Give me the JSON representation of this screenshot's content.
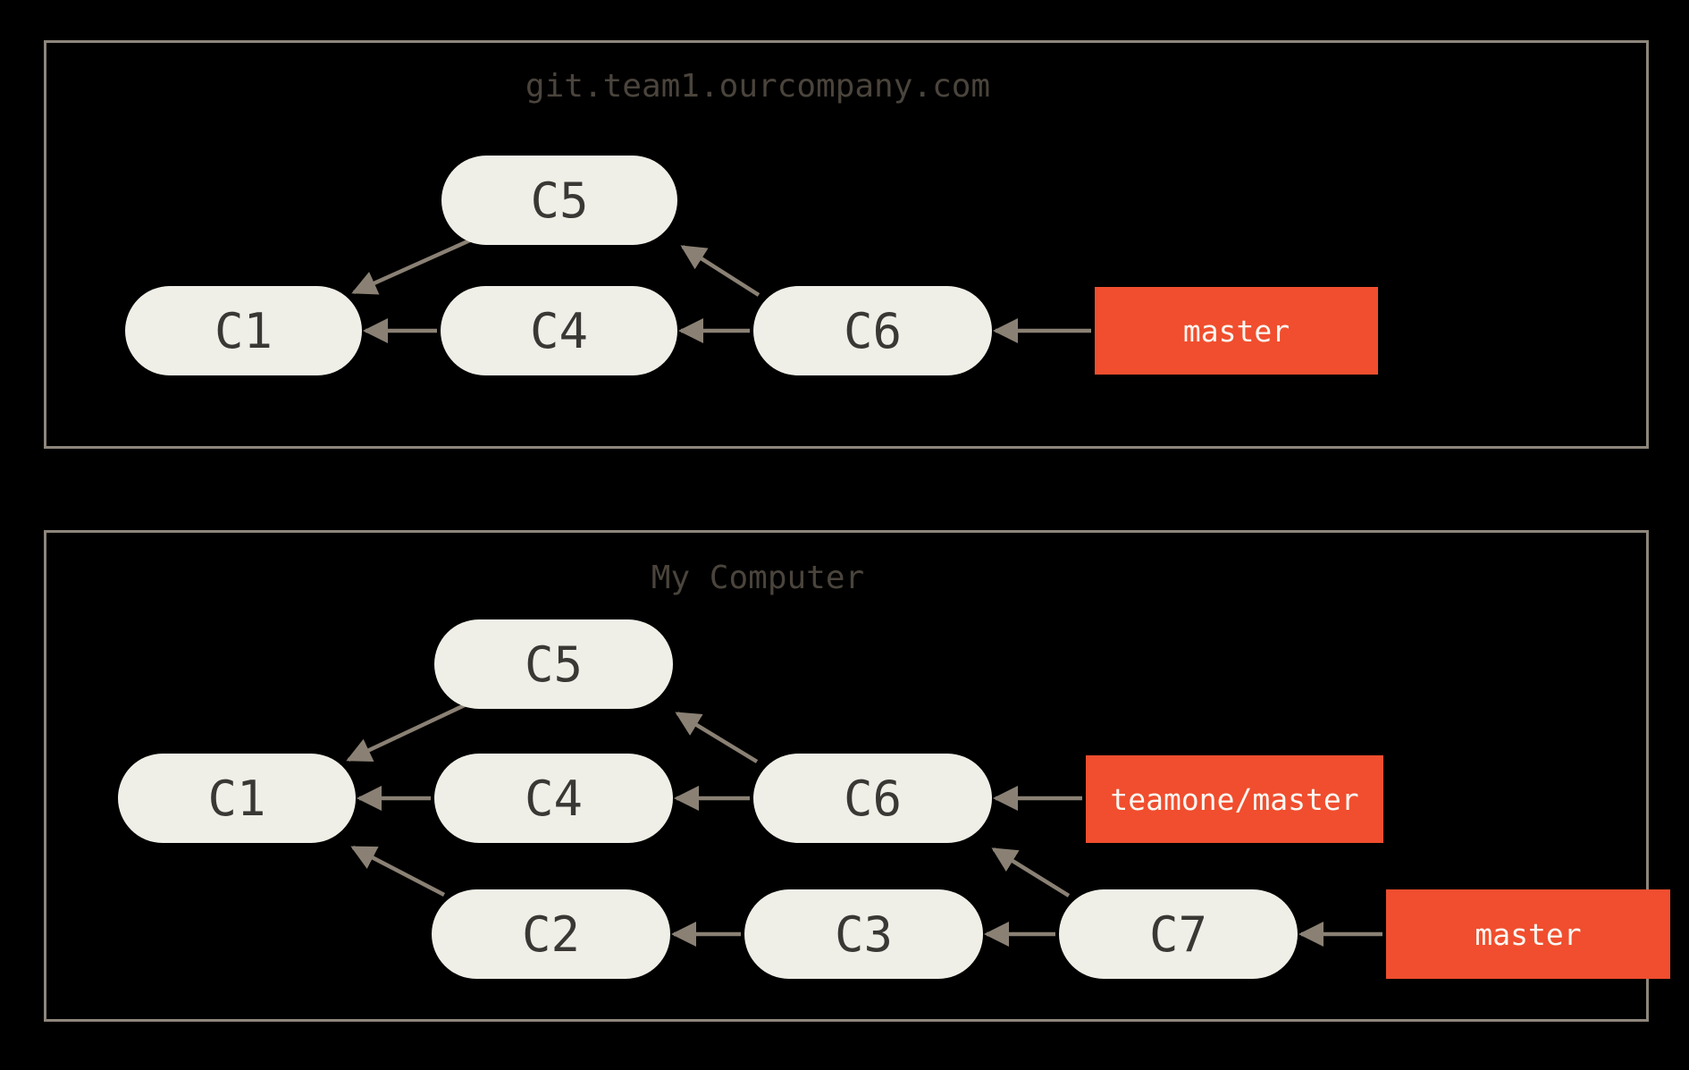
{
  "background": "#000000",
  "colors": {
    "panel_border": "#8E867B",
    "panel_title_text": "#4A443C",
    "commit_node_fill": "#F0EFE7",
    "commit_node_text": "#3A3834",
    "branch_label_fill": "#F04E2E",
    "branch_label_text": "#FAF7F2",
    "arrow": "#8A8174"
  },
  "panels": [
    {
      "title": "git.team1.ourcompany.com",
      "nodes": [
        {
          "id": "C5",
          "label": "C5"
        },
        {
          "id": "C1",
          "label": "C1"
        },
        {
          "id": "C4",
          "label": "C4"
        },
        {
          "id": "C6",
          "label": "C6"
        }
      ],
      "branches": [
        {
          "id": "master",
          "label": "master",
          "points_to": "C6"
        }
      ],
      "edges": [
        {
          "from": "C4",
          "to": "C1"
        },
        {
          "from": "C5",
          "to": "C1"
        },
        {
          "from": "C6",
          "to": "C4"
        },
        {
          "from": "C6",
          "to": "C5"
        },
        {
          "from": "master",
          "to": "C6"
        }
      ]
    },
    {
      "title": "My Computer",
      "nodes": [
        {
          "id": "C5",
          "label": "C5"
        },
        {
          "id": "C1",
          "label": "C1"
        },
        {
          "id": "C4",
          "label": "C4"
        },
        {
          "id": "C6",
          "label": "C6"
        },
        {
          "id": "C2",
          "label": "C2"
        },
        {
          "id": "C3",
          "label": "C3"
        },
        {
          "id": "C7",
          "label": "C7"
        }
      ],
      "branches": [
        {
          "id": "teamone/master",
          "label": "teamone/master",
          "points_to": "C6"
        },
        {
          "id": "master",
          "label": "master",
          "points_to": "C7"
        }
      ],
      "edges": [
        {
          "from": "C4",
          "to": "C1"
        },
        {
          "from": "C5",
          "to": "C1"
        },
        {
          "from": "C2",
          "to": "C1"
        },
        {
          "from": "C6",
          "to": "C4"
        },
        {
          "from": "C6",
          "to": "C5"
        },
        {
          "from": "C3",
          "to": "C2"
        },
        {
          "from": "C7",
          "to": "C3"
        },
        {
          "from": "C7",
          "to": "C6"
        },
        {
          "from": "teamone/master",
          "to": "C6"
        },
        {
          "from": "master",
          "to": "C7"
        }
      ]
    }
  ]
}
